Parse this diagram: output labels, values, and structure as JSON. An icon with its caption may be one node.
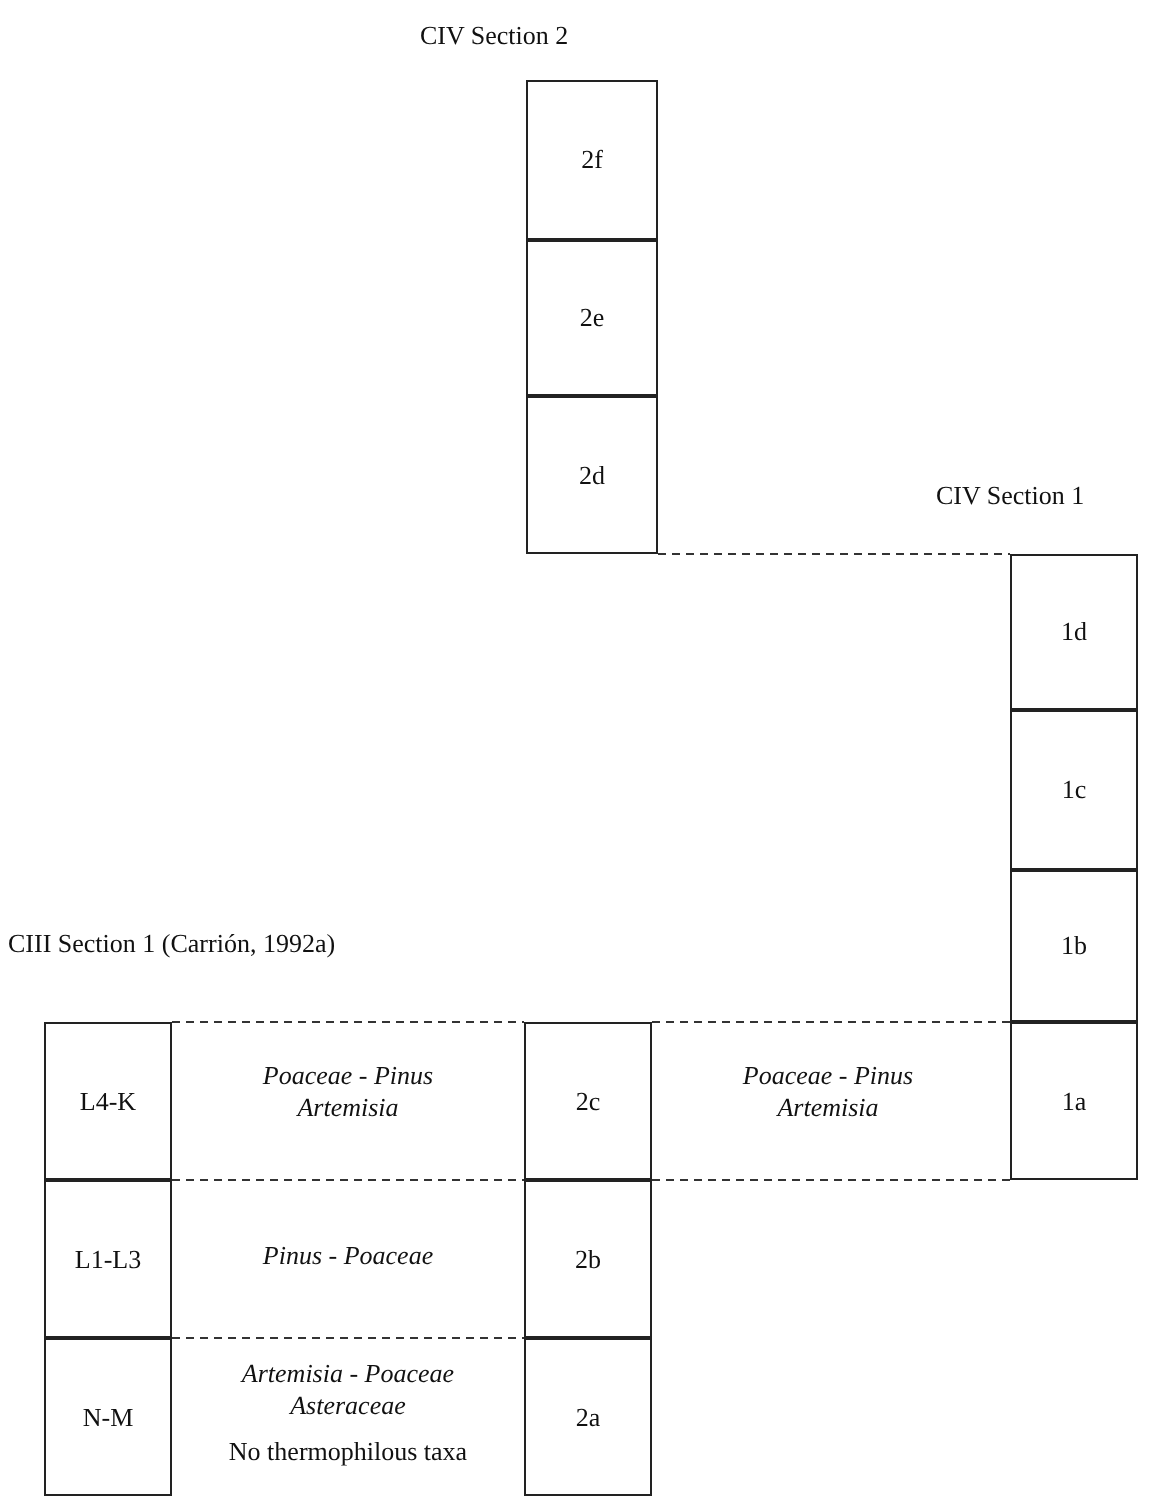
{
  "diagram": {
    "nodes": [
      {
        "text": [
          "2f"
        ]
      },
      {
        "text": [
          "2e"
        ]
      },
      {
        "text": [
          "2d"
        ]
      },
      {
        "text": [
          "1d"
        ]
      },
      {
        "text": [
          "1c"
        ]
      },
      {
        "text": [
          "1b"
        ]
      },
      {
        "text": [
          "1a"
        ]
      },
      {
        "text": [
          "L4-K"
        ]
      },
      {
        "text": [
          "L1-L3"
        ]
      },
      {
        "text": [
          "N-M"
        ]
      },
      {
        "text": [
          "2c"
        ]
      },
      {
        "text": [
          "2b"
        ]
      },
      {
        "text": [
          "2a"
        ]
      }
    ],
    "edges": [
      {
        "from": 2,
        "to": 3,
        "arrow": "none",
        "style": "dashed"
      },
      {
        "from": 7,
        "to": 10,
        "arrow": "none",
        "style": "dashed"
      },
      {
        "from": 10,
        "to": 5,
        "arrow": "none",
        "style": "dashed"
      },
      {
        "from": 7,
        "to": 10,
        "arrow": "none",
        "style": "dashed"
      },
      {
        "from": 10,
        "to": 6,
        "arrow": "none",
        "style": "dashed"
      },
      {
        "from": 8,
        "to": 11,
        "arrow": "none",
        "style": "dashed"
      }
    ],
    "labels": [
      "CIV Section 2",
      "CIV Section 1",
      "CIII Section 1 (Carrión, 1992a)",
      "Poaceae - Pinus Artemisia",
      "Poaceae - Pinus Artemisia",
      "Pinus - Poaceae",
      "Artemisia - Poaceae Asteraceae",
      "No thermophilous taxa"
    ]
  }
}
